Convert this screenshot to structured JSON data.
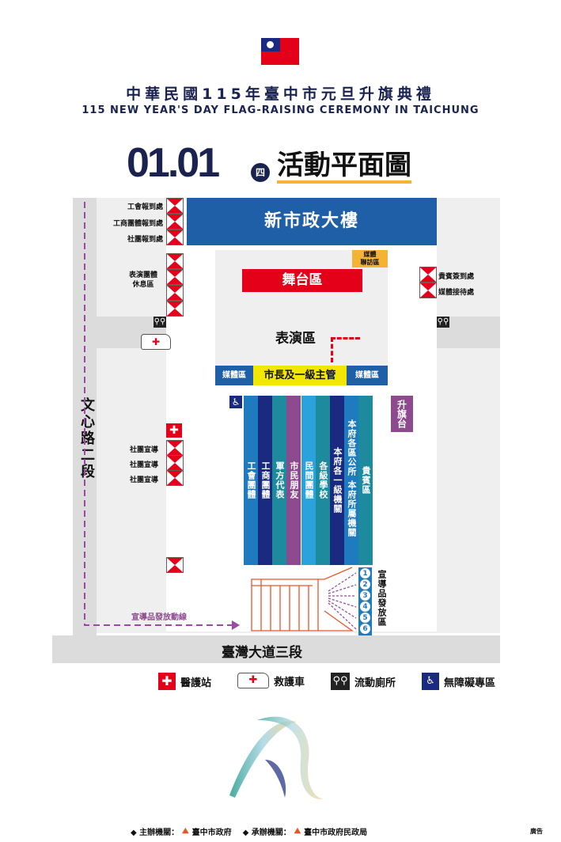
{
  "header": {
    "title_zh": "中華民國115年臺中市元旦升旗典禮",
    "title_en": "115 NEW YEAR'S DAY FLAG-RAISING CEREMONY IN TAICHUNG",
    "date": "01.01",
    "weekday": "四",
    "map_title": "活動平面圖"
  },
  "map": {
    "building": "新市政大樓",
    "stage": "舞台區",
    "media_interview": [
      "媒體",
      "聯訪區"
    ],
    "performance": "表演區",
    "media_left": "媒體區",
    "mayor": "市長及一級主管",
    "media_right": "媒體區",
    "flag_stage": "升旗台",
    "road_left": "文心路二段",
    "road_bottom": "臺灣大道三段",
    "route_label": "宣導品發放動線",
    "left_labels": [
      "工會報到處",
      "工商團體報到處",
      "社團報到處"
    ],
    "rest_area": [
      "表演團體",
      "休息區"
    ],
    "right_labels": [
      "貴賓簽到處",
      "媒體接待處"
    ],
    "promo_labels": [
      "社團宣導",
      "社團宣導",
      "社團宣導"
    ],
    "columns": [
      "工會團體",
      "工商團體",
      "軍方代表",
      "市民朋友",
      "民間團體",
      "各級學校",
      "本府各一級機關",
      "本府各區公所 本府所屬機關",
      "貴賓區"
    ],
    "distribution": {
      "numbers": [
        "1",
        "2",
        "3",
        "4",
        "5",
        "6"
      ],
      "label": "宣導品發放區"
    }
  },
  "legend": [
    "醫護站",
    "救護車",
    "流動廁所",
    "無障礙專區"
  ],
  "footer": {
    "host_label": "◆ 主辦機關：",
    "host": "臺中市政府",
    "organizer_label": "◆ 承辦機關：",
    "organizer": "臺中市政府民政局",
    "ad": "廣告"
  },
  "colors": {
    "navy": "#1a2a80",
    "blue": "#1f5fa8",
    "red": "#e5001a",
    "purple": "#8e4a8e",
    "yellow": "#f3e600",
    "orange": "#f5b335"
  }
}
